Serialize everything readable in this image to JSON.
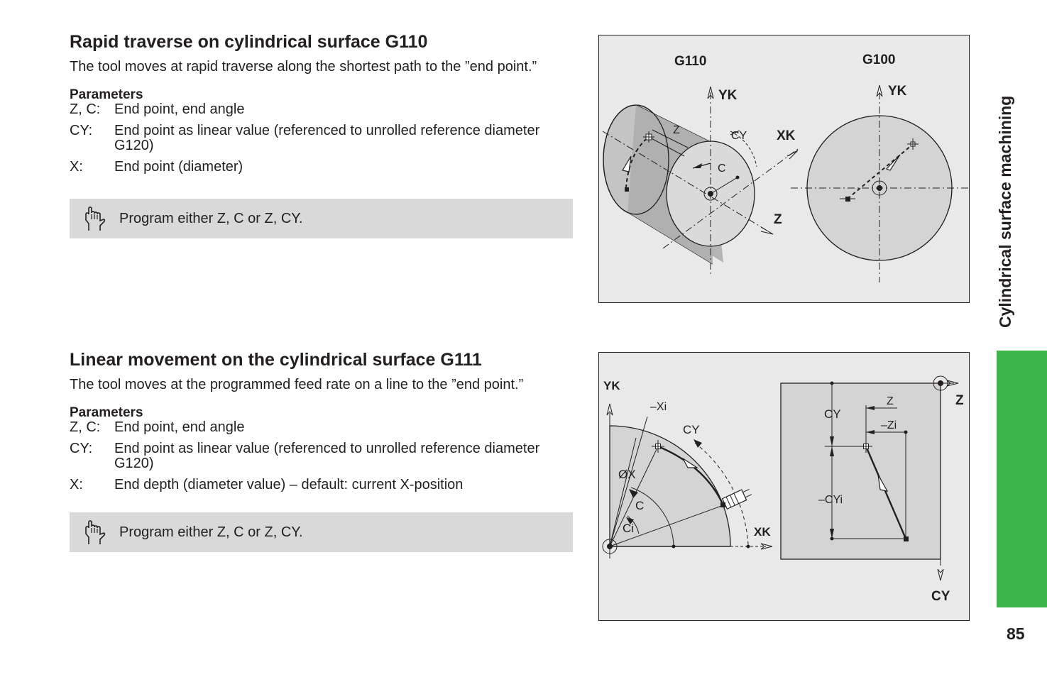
{
  "section1": {
    "title": "Rapid traverse on cylindrical surface G110",
    "intro": "The tool moves at rapid traverse along the shortest path to the ”end point.”",
    "params_heading": "Parameters",
    "params": [
      {
        "key": "Z, C:",
        "desc": "End point, end angle"
      },
      {
        "key": "CY:",
        "desc": "End point as linear value (referenced to unrolled reference diameter G120)"
      },
      {
        "key": "X:",
        "desc": "End point (diameter)"
      }
    ],
    "note": "Program either Z, C or Z, CY."
  },
  "section2": {
    "title": "Linear movement on the cylindrical surface G111",
    "intro": "The tool moves at the programmed feed rate on a line to the ”end point.”",
    "params_heading": "Parameters",
    "params": [
      {
        "key": "Z, C:",
        "desc": "End point, end angle"
      },
      {
        "key": "CY:",
        "desc": "End point as linear value (referenced to unrolled reference diameter G120)"
      },
      {
        "key": "X:",
        "desc": "End depth (diameter value) – default: current X-position"
      }
    ],
    "note": "Program either Z, C or Z, CY."
  },
  "figure1": {
    "label_g110": "G110",
    "label_g100": "G100",
    "yk1": "YK",
    "yk2": "YK",
    "xk": "XK",
    "z": "Z",
    "z_small": "Z",
    "cy_small": "CY",
    "c_small": "C"
  },
  "figure2": {
    "yk": "YK",
    "xi": "–Xi",
    "cy_arc": "CY",
    "dx": "ØX",
    "c": "C",
    "ci": "Ci",
    "xk": "XK",
    "z_axis": "Z",
    "cy_axis": "CY",
    "cy_dim": "CY",
    "z_dim": "Z",
    "zi_dim": "–Zi",
    "cyi_dim": "–CYi"
  },
  "sidebar": {
    "label": "Cylindrical surface machining",
    "accent_color": "#3cb54a"
  },
  "page_number": "85"
}
